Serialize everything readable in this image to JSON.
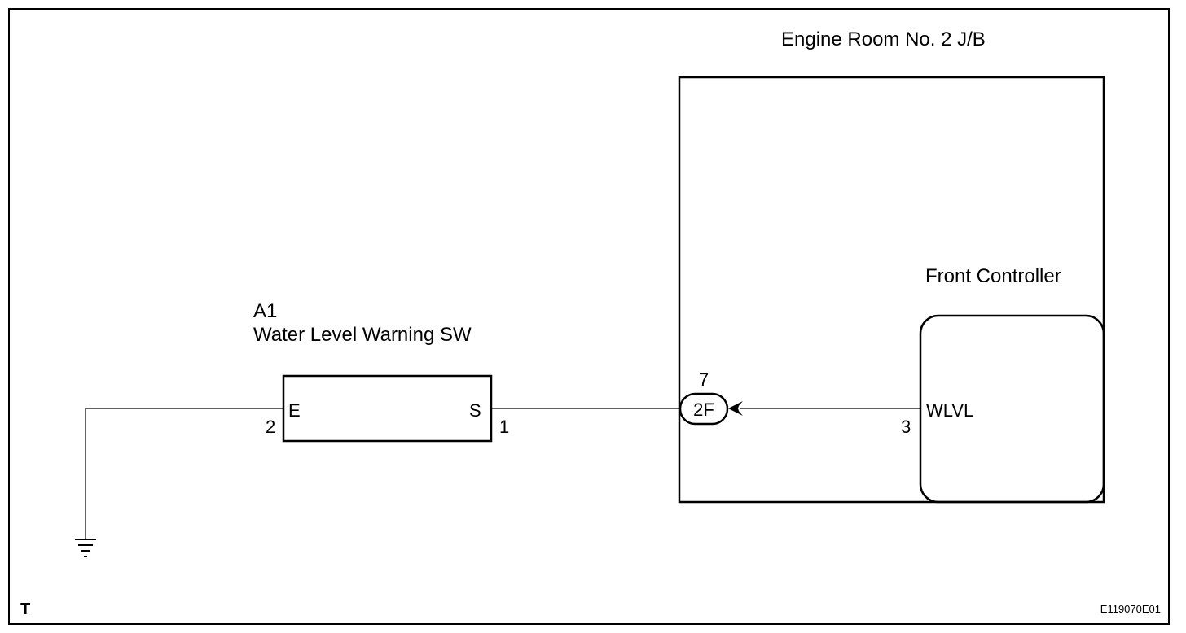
{
  "diagram": {
    "jb": {
      "title": "Engine Room No. 2 J/B"
    },
    "front_controller": {
      "title": "Front Controller",
      "terminal_label": "WLVL",
      "pin": "3"
    },
    "connector": {
      "name": "2F",
      "pin": "7"
    },
    "switch": {
      "code": "A1",
      "name": "Water Level Warning SW",
      "terminal_left": "E",
      "terminal_right": "S",
      "pin_left": "2",
      "pin_right": "1"
    },
    "corner_label": "T",
    "figure_code": "E119070E01"
  }
}
